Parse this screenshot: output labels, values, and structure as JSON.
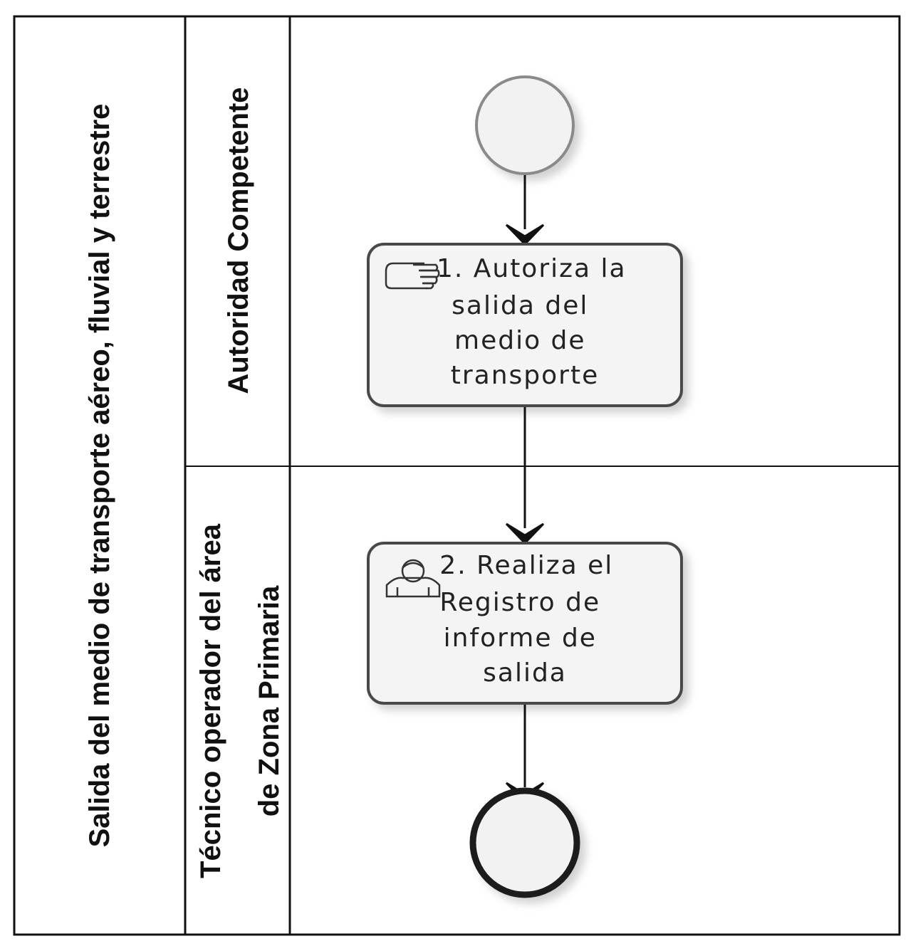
{
  "pool": {
    "label": "Salida del medio de transporte aéreo, fluvial y terrestre"
  },
  "lanes": [
    {
      "label_lines": [
        "Autoridad Competente"
      ]
    },
    {
      "label_lines": [
        "Técnico operador del área",
        "de Zona Primaria"
      ]
    }
  ],
  "events": {
    "start": {
      "type": "start-event"
    },
    "end": {
      "type": "end-event"
    }
  },
  "tasks": [
    {
      "type": "manual-task",
      "icon": "hand-icon",
      "lines": [
        "1. Autoriza la",
        "salida del",
        "medio de",
        "transporte"
      ]
    },
    {
      "type": "user-task",
      "icon": "user-icon",
      "lines": [
        "2. Realiza el",
        "Registro de",
        "informe de",
        "salida"
      ]
    }
  ],
  "colors": {
    "line": "#111111",
    "task_fill": "#f4f4f4",
    "task_border": "#4a4a4a",
    "event_fill": "#f2f2f2",
    "start_border": "#8a8a8a",
    "end_border": "#1e1e1e"
  }
}
